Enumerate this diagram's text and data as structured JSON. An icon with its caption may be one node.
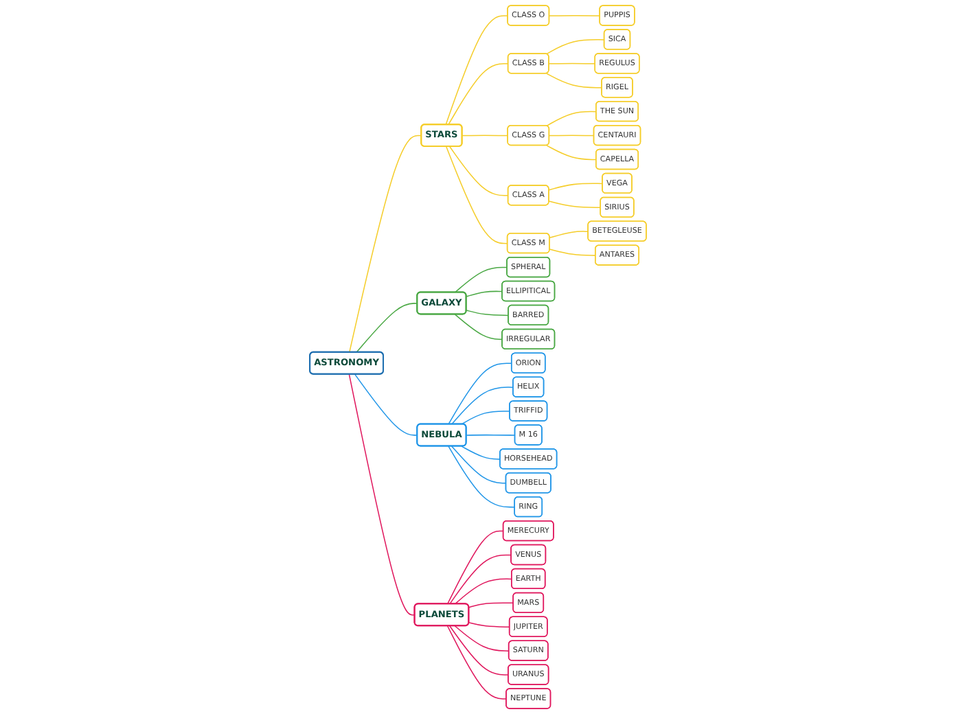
{
  "diagram": {
    "nodes": [
      {
        "text": [
          "ASTRONOMY"
        ]
      },
      {
        "text": [
          "STARS"
        ]
      },
      {
        "text": [
          "CLASS O"
        ]
      },
      {
        "text": [
          "PUPPIS"
        ]
      },
      {
        "text": [
          "CLASS B"
        ]
      },
      {
        "text": [
          "SICA"
        ]
      },
      {
        "text": [
          "REGULUS"
        ]
      },
      {
        "text": [
          "RIGEL"
        ]
      },
      {
        "text": [
          "CLASS G"
        ]
      },
      {
        "text": [
          "THE SUN"
        ]
      },
      {
        "text": [
          "CENTAURI"
        ]
      },
      {
        "text": [
          "CAPELLA"
        ]
      },
      {
        "text": [
          "CLASS A"
        ]
      },
      {
        "text": [
          "VEGA"
        ]
      },
      {
        "text": [
          "SIRIUS"
        ]
      },
      {
        "text": [
          "CLASS M"
        ]
      },
      {
        "text": [
          "BETEGLEUSE"
        ]
      },
      {
        "text": [
          "ANTARES"
        ]
      },
      {
        "text": [
          "GALAXY"
        ]
      },
      {
        "text": [
          "SPHERAL"
        ]
      },
      {
        "text": [
          "ELLIPITICAL"
        ]
      },
      {
        "text": [
          "BARRED"
        ]
      },
      {
        "text": [
          "IRREGULAR"
        ]
      },
      {
        "text": [
          "NEBULA"
        ]
      },
      {
        "text": [
          "ORION"
        ]
      },
      {
        "text": [
          "HELIX"
        ]
      },
      {
        "text": [
          "TRIFFID"
        ]
      },
      {
        "text": [
          "M 16"
        ]
      },
      {
        "text": [
          "HORSEHEAD"
        ]
      },
      {
        "text": [
          "DUMBELL"
        ]
      },
      {
        "text": [
          "RING"
        ]
      },
      {
        "text": [
          "PLANETS"
        ]
      },
      {
        "text": [
          "MERECURY"
        ]
      },
      {
        "text": [
          "VENUS"
        ]
      },
      {
        "text": [
          "EARTH"
        ]
      },
      {
        "text": [
          "MARS"
        ]
      },
      {
        "text": [
          "JUPITER"
        ]
      },
      {
        "text": [
          "SATURN"
        ]
      },
      {
        "text": [
          "URANUS"
        ]
      },
      {
        "text": [
          "NEPTUNE"
        ]
      }
    ],
    "edges": [
      {
        "from": 0,
        "to": 1,
        "arrow": "none",
        "color": "#f5cd2a"
      },
      {
        "from": 1,
        "to": 2,
        "arrow": "none",
        "color": "#f5cd2a"
      },
      {
        "from": 2,
        "to": 3,
        "arrow": "none",
        "color": "#f5cd2a"
      },
      {
        "from": 1,
        "to": 4,
        "arrow": "none",
        "color": "#f5cd2a"
      },
      {
        "from": 4,
        "to": 5,
        "arrow": "none",
        "color": "#f5cd2a"
      },
      {
        "from": 4,
        "to": 6,
        "arrow": "none",
        "color": "#f5cd2a"
      },
      {
        "from": 4,
        "to": 7,
        "arrow": "none",
        "color": "#f5cd2a"
      },
      {
        "from": 1,
        "to": 8,
        "arrow": "none",
        "color": "#f5cd2a"
      },
      {
        "from": 8,
        "to": 9,
        "arrow": "none",
        "color": "#f5cd2a"
      },
      {
        "from": 8,
        "to": 10,
        "arrow": "none",
        "color": "#f5cd2a"
      },
      {
        "from": 8,
        "to": 11,
        "arrow": "none",
        "color": "#f5cd2a"
      },
      {
        "from": 1,
        "to": 12,
        "arrow": "none",
        "color": "#f5cd2a"
      },
      {
        "from": 12,
        "to": 13,
        "arrow": "none",
        "color": "#f5cd2a"
      },
      {
        "from": 12,
        "to": 14,
        "arrow": "none",
        "color": "#f5cd2a"
      },
      {
        "from": 1,
        "to": 15,
        "arrow": "none",
        "color": "#f5cd2a"
      },
      {
        "from": 15,
        "to": 16,
        "arrow": "none",
        "color": "#f5cd2a"
      },
      {
        "from": 15,
        "to": 17,
        "arrow": "none",
        "color": "#f5cd2a"
      },
      {
        "from": 0,
        "to": 18,
        "arrow": "none",
        "color": "#4aa844"
      },
      {
        "from": 18,
        "to": 19,
        "arrow": "none",
        "color": "#4aa844"
      },
      {
        "from": 18,
        "to": 20,
        "arrow": "none",
        "color": "#4aa844"
      },
      {
        "from": 18,
        "to": 21,
        "arrow": "none",
        "color": "#4aa844"
      },
      {
        "from": 18,
        "to": 22,
        "arrow": "none",
        "color": "#4aa844"
      },
      {
        "from": 0,
        "to": 23,
        "arrow": "none",
        "color": "#2196e8"
      },
      {
        "from": 23,
        "to": 24,
        "arrow": "none",
        "color": "#2196e8"
      },
      {
        "from": 23,
        "to": 25,
        "arrow": "none",
        "color": "#2196e8"
      },
      {
        "from": 23,
        "to": 26,
        "arrow": "none",
        "color": "#2196e8"
      },
      {
        "from": 23,
        "to": 27,
        "arrow": "none",
        "color": "#2196e8"
      },
      {
        "from": 23,
        "to": 28,
        "arrow": "none",
        "color": "#2196e8"
      },
      {
        "from": 23,
        "to": 29,
        "arrow": "none",
        "color": "#2196e8"
      },
      {
        "from": 23,
        "to": 30,
        "arrow": "none",
        "color": "#2196e8"
      },
      {
        "from": 0,
        "to": 31,
        "arrow": "none",
        "color": "#e0185e"
      },
      {
        "from": 31,
        "to": 32,
        "arrow": "none",
        "color": "#e0185e"
      },
      {
        "from": 31,
        "to": 33,
        "arrow": "none",
        "color": "#e0185e"
      },
      {
        "from": 31,
        "to": 34,
        "arrow": "none",
        "color": "#e0185e"
      },
      {
        "from": 31,
        "to": 35,
        "arrow": "none",
        "color": "#e0185e"
      },
      {
        "from": 31,
        "to": 36,
        "arrow": "none",
        "color": "#e0185e"
      },
      {
        "from": 31,
        "to": 37,
        "arrow": "none",
        "color": "#e0185e"
      },
      {
        "from": 31,
        "to": 38,
        "arrow": "none",
        "color": "#e0185e"
      },
      {
        "from": 31,
        "to": 39,
        "arrow": "none",
        "color": "#e0185e"
      }
    ]
  }
}
